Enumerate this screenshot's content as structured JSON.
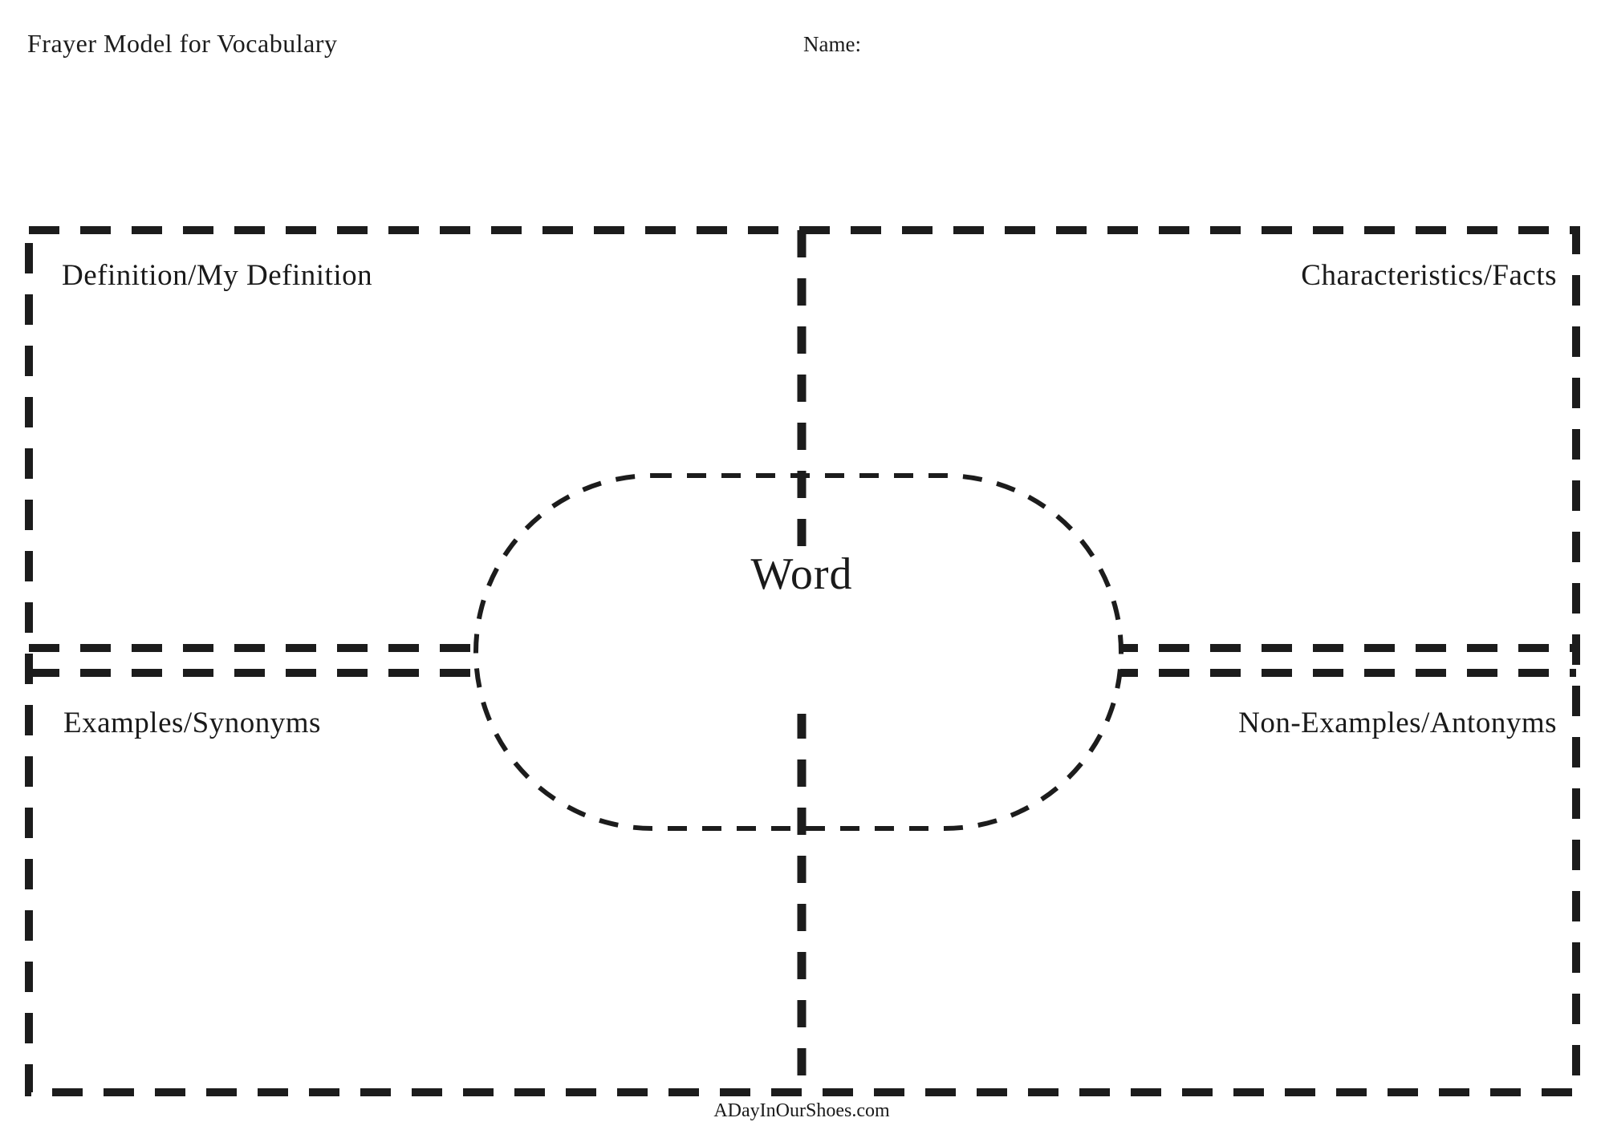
{
  "page": {
    "title": "Frayer Model for Vocabulary",
    "name_label": "Name:",
    "footer": "ADayInOurShoes.com"
  },
  "diagram": {
    "center_word": "Word",
    "quadrants": {
      "top_left": "Definition/My Definition",
      "top_right": "Characteristics/Facts",
      "bottom_left": "Examples/Synonyms",
      "bottom_right": "Non-Examples/Antonyms"
    },
    "line_color": "#1c1c1c",
    "background_color": "#ffffff"
  }
}
